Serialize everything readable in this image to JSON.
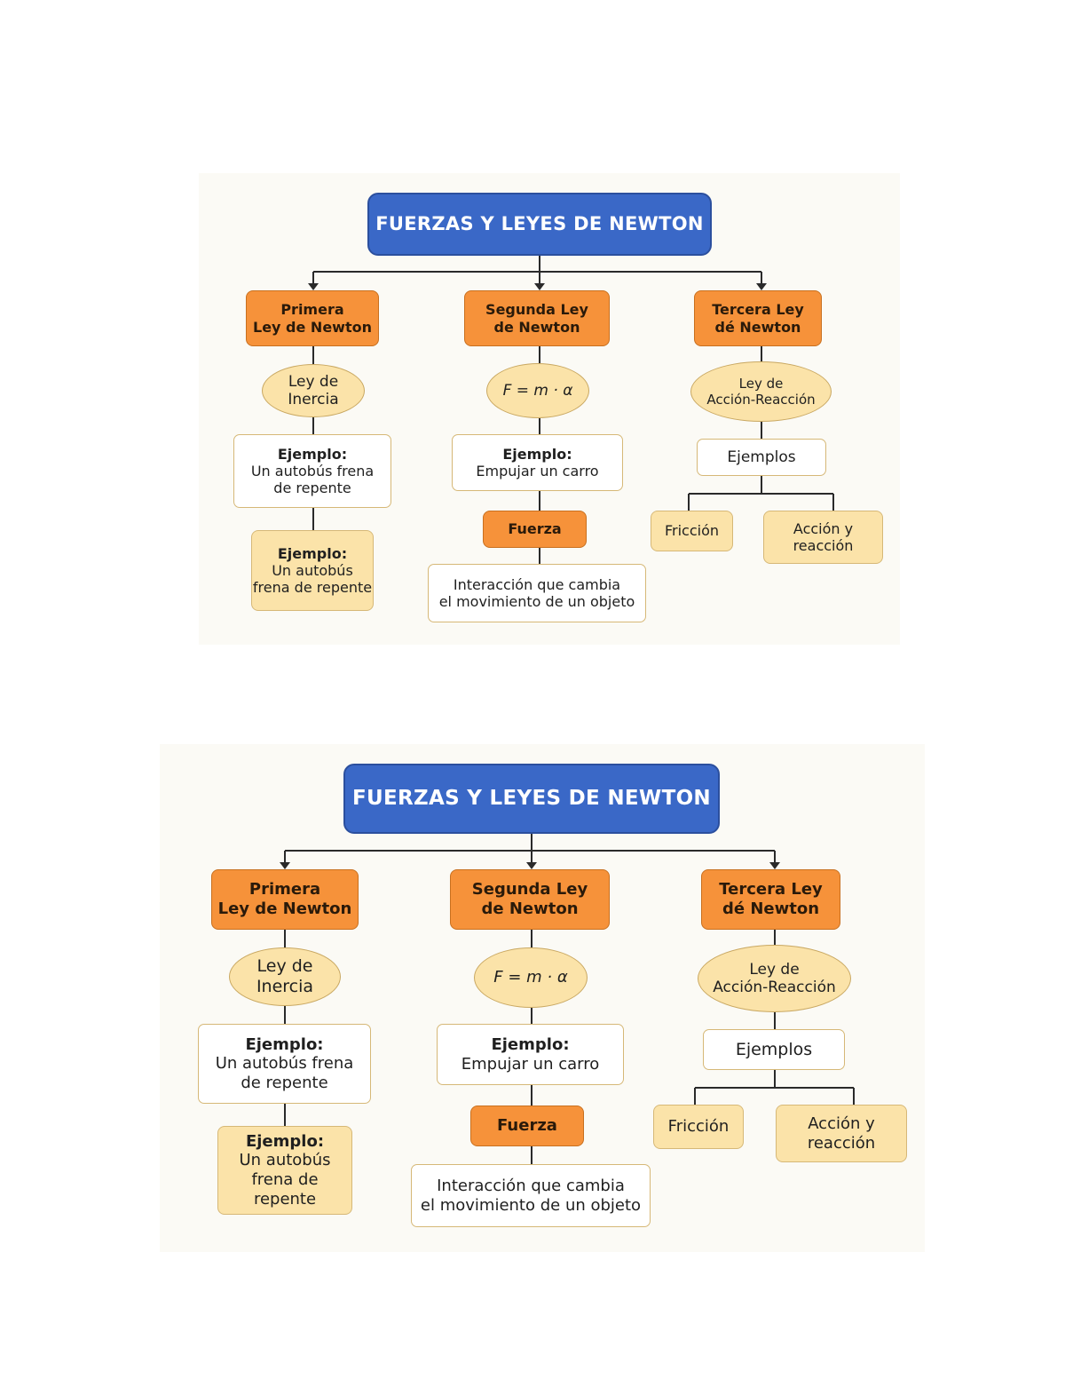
{
  "colors": {
    "title_fill": "#3a68c7",
    "law_fill": "#f6923a",
    "oval_fill": "#fbe3a9",
    "box_fill": "#ffffff",
    "connector": "#2a2a2a"
  },
  "map": {
    "title": "FUERZAS Y LEYES DE NEWTON",
    "first_law": {
      "label": "Primera\nLey de Newton",
      "concept": "Ley de\nInercia",
      "example_1_title": "Ejemplo:",
      "example_1_text": "Un autobús frena\nde repente",
      "example_2_title": "Ejemplo:",
      "example_2_text": "Un autobús\nfrena de repente"
    },
    "second_law": {
      "label": "Segunda Ley\nde Newton",
      "formula": "F = m · α",
      "example_title": "Ejemplo:",
      "example_text": "Empujar un carro",
      "force": "Fuerza",
      "definition": "Interacción que cambia\nel movimiento de un objeto"
    },
    "third_law": {
      "label": "Tercera Ley\ndé Newton",
      "concept": "Ley de\nAcción-Reacción",
      "examples": "Ejemplos",
      "example_a": "Fricción",
      "example_b": "Acción y\nreacción"
    }
  }
}
